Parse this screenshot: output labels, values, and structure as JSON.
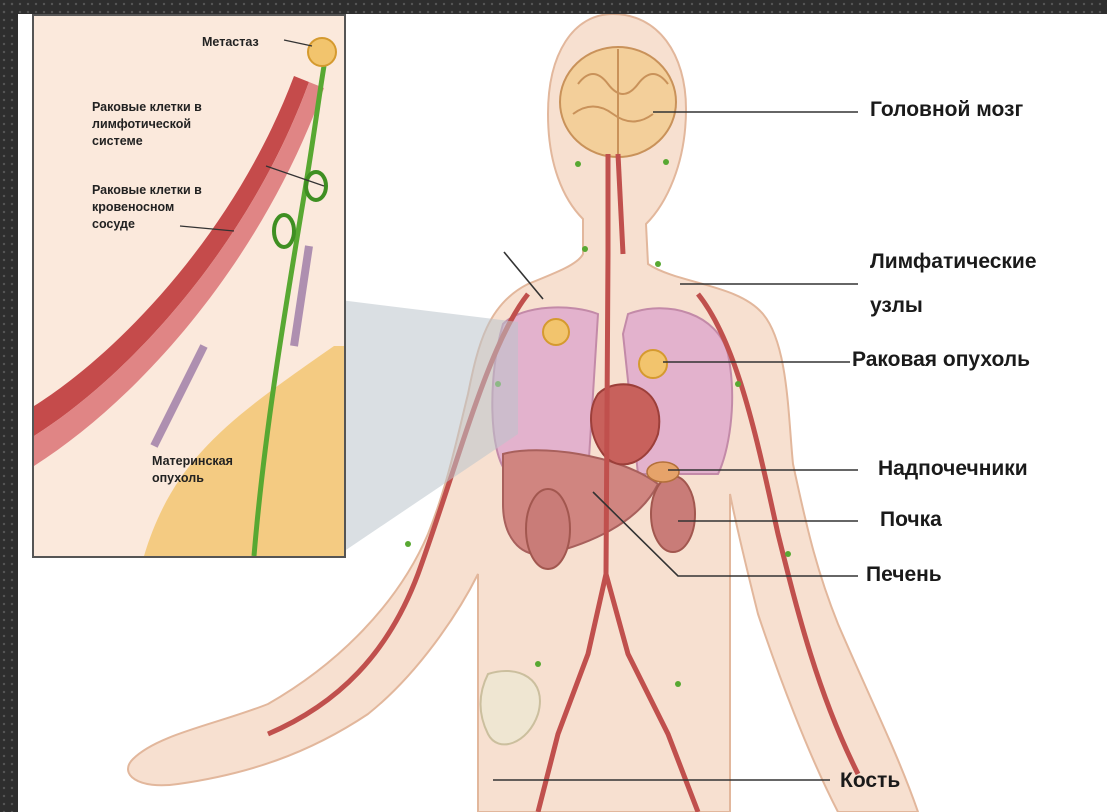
{
  "labels": {
    "brain": "Головной мозг",
    "lymph_nodes_1": "Лимфатические",
    "lymph_nodes_2": "узлы",
    "tumor": "Раковая опухоль",
    "adrenals": "Надпочечники",
    "kidney": "Почка",
    "liver": "Печень",
    "bone": "Кость"
  },
  "inset": {
    "metastasis": "Метастаз",
    "lymph_cells": "Раковые клетки в\nлимфотической\nсистеме",
    "blood_cells": "Раковые клетки в\nкровеносном\nсосуде",
    "primary_tumor": "Материнская\nопухоль"
  },
  "colors": {
    "skin": "#f6d9c6",
    "skin_outline": "#e2b79c",
    "lung": "#dba7c4",
    "vessel": "#c0504d",
    "lymph": "#58a832",
    "tumor": "#f2c46d",
    "liver": "#c77a78"
  }
}
